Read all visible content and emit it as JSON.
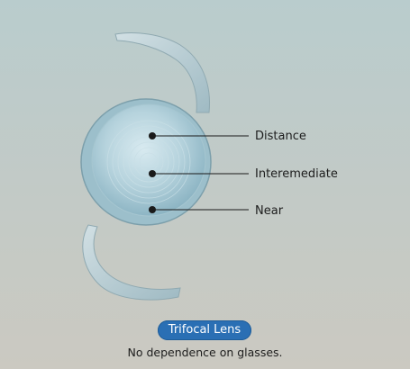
{
  "labels": {
    "distance": "Distance",
    "intermediate": "Interemediate",
    "near": "Near"
  },
  "badge": {
    "text": "Trifocal Lens",
    "color": "#2a6fb4"
  },
  "caption": "No dependence on glasses.",
  "colors": {
    "lens": "#a9cbd6",
    "haptic": "#b3c9cf",
    "dot": "#1a1a1a"
  }
}
